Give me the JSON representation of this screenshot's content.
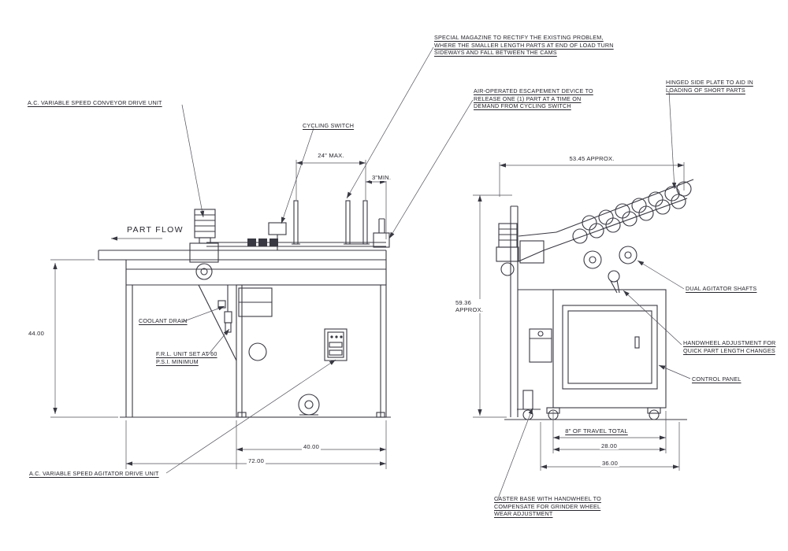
{
  "drawing": {
    "callouts": {
      "special_magazine": "SPECIAL MAGAZINE TO RECTIFY THE EXISTING PROBLEM, WHERE THE SMALLER LENGTH PARTS AT END OF LOAD TURN SIDEWAYS AND FALL BETWEEN THE CAMS",
      "air_escapement": "AIR-OPERATED ESCAPEMENT DEVICE TO RELEASE ONE (1) PART AT A TIME ON DEMAND FROM CYCLING SWITCH",
      "hinged_side_plate": "HINGED SIDE PLATE TO AID IN LOADING OF SHORT PARTS",
      "conveyor_drive": "A.C. VARIABLE SPEED CONVEYOR DRIVE UNIT",
      "cycling_switch": "CYCLING SWITCH",
      "part_flow": "PART FLOW",
      "coolant_drain": "COOLANT DRAIN",
      "frl_unit": "F.R.L. UNIT SET AT 60 P.S.I. MINIMUM",
      "agitator_drive": "A.C. VARIABLE SPEED AGITATOR DRIVE UNIT",
      "dual_agitator_shafts": "DUAL AGITATOR SHAFTS",
      "handwheel_adjustment": "HANDWHEEL ADJUSTMENT FOR QUICK PART LENGTH CHANGES",
      "control_panel": "CONTROL PANEL",
      "caster_base": "CASTER BASE WITH HANDWHEEL TO COMPENSATE FOR GRINDER WHEEL WEAR ADJUSTMENT"
    },
    "dimensions": {
      "height_overall_left": "44.00",
      "magazine_max": "24\" MAX.",
      "magazine_min": "3\"MIN.",
      "cabinet_width": "40.00",
      "overall_width": "72.00",
      "depth_approx": "53.45 APPROX.",
      "height_approx": "59.36 APPROX.",
      "travel": "8\" OF TRAVEL TOTAL",
      "base_width": "28.00",
      "overall_depth": "36.00"
    },
    "line_color": "#383842"
  }
}
